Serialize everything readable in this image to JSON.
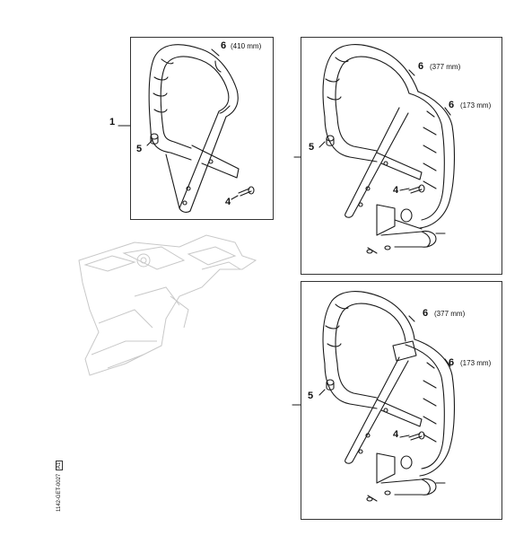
{
  "callouts": {
    "main": "1",
    "p1_handle": "6",
    "p1_len": "(410 mm)",
    "p1_sleeve": "5",
    "p1_screw": "4",
    "p2_handle": "6",
    "p2_len_a": "(377 mm)",
    "p2_handle_b": "6",
    "p2_len_b": "(173 mm)",
    "p2_sleeve": "5",
    "p2_screw": "4",
    "p3_handle": "6",
    "p3_len_a": "(377 mm)",
    "p3_handle_b": "6",
    "p3_len_b": "(173 mm)",
    "p3_sleeve": "5",
    "p3_screw": "4"
  },
  "drawing_code": "1142-GET-0027",
  "drawing_rev": "A1"
}
